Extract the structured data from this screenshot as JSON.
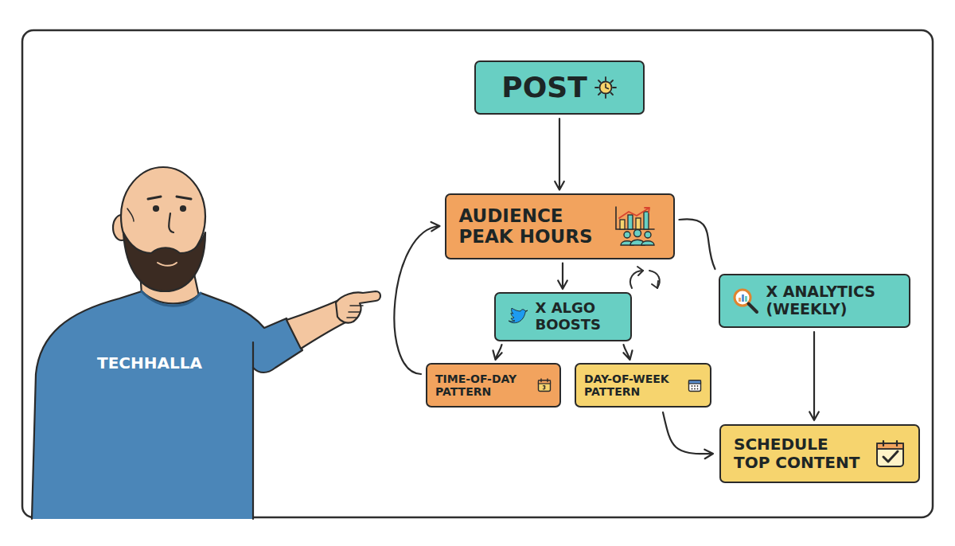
{
  "diagram": {
    "nodes": [
      {
        "text": [
          "POST"
        ]
      },
      {
        "text": [
          "AUDIENCE PEAK HOURS"
        ]
      },
      {
        "text": [
          "X ALGO BOOSTS"
        ]
      },
      {
        "text": [
          "TIME-OF-DAY PATTERN"
        ]
      },
      {
        "text": [
          "DAY-OF-WEEK PATTERN"
        ]
      },
      {
        "text": [
          "X ANALYTICS (WEEKLY)"
        ]
      },
      {
        "text": [
          "SCHEDULE TOP CONTENT"
        ]
      }
    ],
    "edges": [
      {
        "from": 0,
        "to": 1,
        "arrow": "to"
      },
      {
        "from": 1,
        "to": 2,
        "arrow": "to"
      },
      {
        "from": 2,
        "to": 3,
        "arrow": "to"
      },
      {
        "from": 2,
        "to": 4,
        "arrow": "to"
      },
      {
        "from": 3,
        "to": 1,
        "arrow": "to"
      },
      {
        "from": 1,
        "to": 5,
        "arrow": "none"
      },
      {
        "from": 5,
        "to": 6,
        "arrow": "to"
      },
      {
        "from": 4,
        "to": 6,
        "arrow": "to"
      }
    ],
    "labels": [
      "TECHHALLA"
    ]
  }
}
